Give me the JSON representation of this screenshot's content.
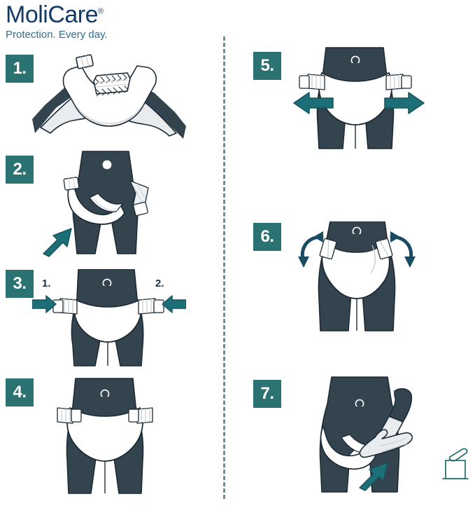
{
  "brand": {
    "name": "MoliCare",
    "registered": "®",
    "tagline": "Protection. Every day.",
    "name_color": "#123a66",
    "tagline_color": "#2e6d8e"
  },
  "colors": {
    "badge_bg": "#2b7272",
    "badge_text": "#ffffff",
    "body_dark": "#33444f",
    "outline": "#1d2b36",
    "arrow_teal": "#1d6f77",
    "arrow_navy": "#1b4a63",
    "product_white": "#ffffff",
    "product_shade": "#dfe3e6",
    "divider": "#3a6d72",
    "bin_outline": "#2b7272"
  },
  "instructions": {
    "title_visible": false,
    "columns": [
      {
        "name": "application-steps",
        "steps": [
          {
            "number": "1.",
            "illustration": "two-hands-holding-open-brief",
            "arrows": [],
            "sublabels": []
          },
          {
            "number": "2.",
            "illustration": "torso-front-positioning-pad-between-legs",
            "arrows": [
              "up-right-teal"
            ],
            "sublabels": []
          },
          {
            "number": "3.",
            "illustration": "torso-front-fastening-side-tabs",
            "arrows": [
              "right-teal",
              "left-teal"
            ],
            "sublabels": [
              "1.",
              "2."
            ]
          },
          {
            "number": "4.",
            "illustration": "torso-front-brief-fitted-secured",
            "arrows": [],
            "sublabels": []
          }
        ]
      },
      {
        "name": "removal-steps",
        "steps": [
          {
            "number": "5.",
            "illustration": "torso-front-pulling-tabs-outward",
            "arrows": [
              "left-teal",
              "right-teal"
            ],
            "sublabels": []
          },
          {
            "number": "6.",
            "illustration": "torso-front-rotating-tabs-open",
            "arrows": [
              "curved-left-navy",
              "curved-right-navy"
            ],
            "sublabels": []
          },
          {
            "number": "7.",
            "illustration": "torso-front-removing-brief-with-hand",
            "arrows": [
              "up-right-teal"
            ],
            "sublabels": []
          }
        ]
      }
    ]
  },
  "disposal": {
    "icon": "trash-bin-open-lid-icon",
    "label": ""
  }
}
